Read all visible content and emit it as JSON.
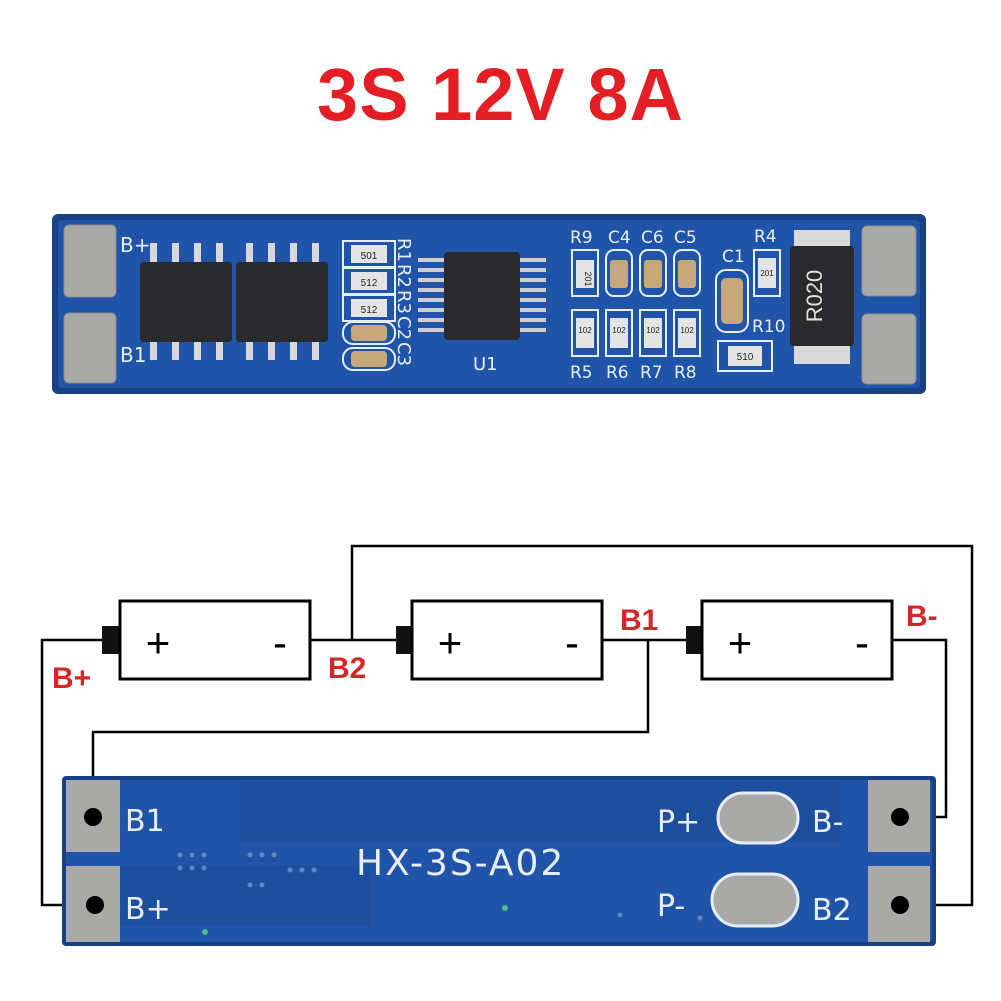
{
  "title": {
    "text": "3S 12V 8A",
    "color": "#e31e24"
  },
  "colors": {
    "pcb": "#1f54a8",
    "pcb_dark": "#174085",
    "pad": "#a9aaa8",
    "chip": "#2a2a2c",
    "wire": "#000000",
    "label": "#d3282a"
  },
  "top_board": {
    "silkscreen": {
      "b_plus": "B+",
      "b1": "B1",
      "u1": "U1",
      "r9": "R9",
      "c4": "C4",
      "c6": "C6",
      "c5": "C5",
      "r4": "R4",
      "c1": "C1",
      "r10": "R10",
      "r5": "R5",
      "r6": "R6",
      "r7": "R7",
      "r8": "R8",
      "r1": "R1",
      "r2": "R2",
      "r3": "R3",
      "c2": "C2",
      "c3": "C3"
    },
    "components": {
      "code_501": "501",
      "code_512a": "512",
      "code_512b": "512",
      "code_201a": "201",
      "code_201b": "201",
      "code_102a": "102",
      "code_102b": "102",
      "code_102c": "102",
      "code_102d": "102",
      "code_510": "510",
      "shunt": "R020"
    }
  },
  "cells": [
    {
      "plus": "+",
      "minus": "-"
    },
    {
      "plus": "+",
      "minus": "-"
    },
    {
      "plus": "+",
      "minus": "-"
    }
  ],
  "wire_labels": {
    "b_plus": "B+",
    "b2": "B2",
    "b1": "B1",
    "b_minus": "B-"
  },
  "bottom_board": {
    "model": "HX-3S-A02",
    "pads": {
      "b1": "B1",
      "b_plus": "B+",
      "p_plus": "P+",
      "p_minus": "P-",
      "b_minus": "B-",
      "b2": "B2"
    }
  }
}
